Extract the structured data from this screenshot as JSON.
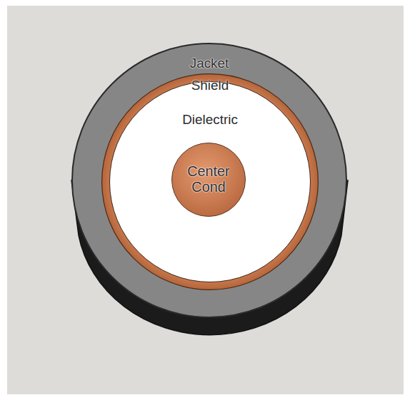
{
  "diagram": {
    "nodes": [
      {
        "text": [
          "Jacket"
        ]
      },
      {
        "text": [
          "Shield"
        ],
        "in": 0
      },
      {
        "text": [
          "Dielectric"
        ],
        "in": 1
      },
      {
        "text": [
          "Center Cond"
        ],
        "in": 2
      }
    ]
  }
}
